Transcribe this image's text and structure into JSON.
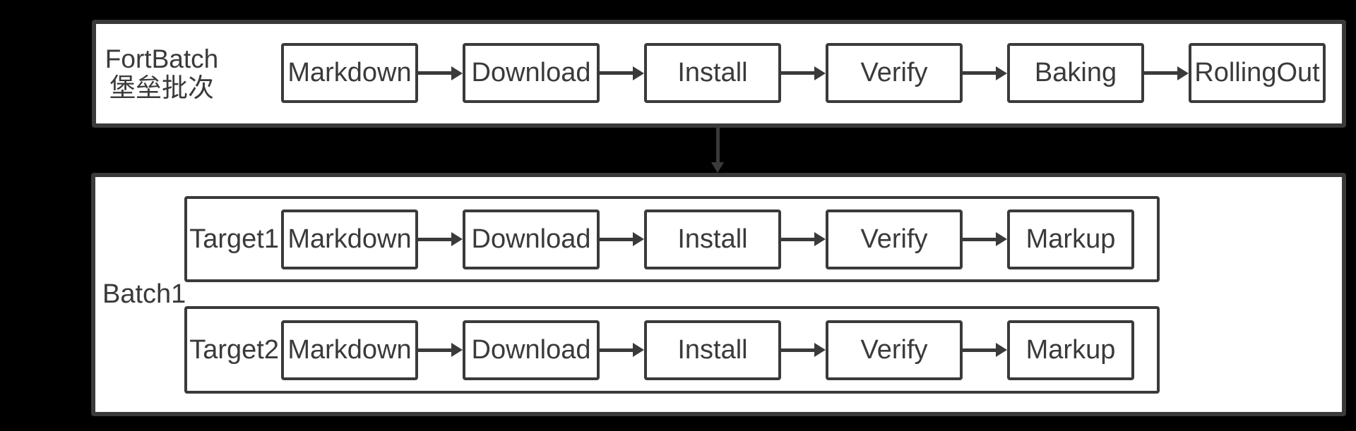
{
  "colors": {
    "background": "#000000",
    "panel_background": "#ffffff",
    "line_color": "#3a3a3a"
  },
  "fort_batch": {
    "label_line1": "FortBatch",
    "label_line2": "堡垒批次",
    "stages": [
      "Markdown",
      "Download",
      "Install",
      "Verify",
      "Baking",
      "RollingOut"
    ]
  },
  "batch1": {
    "label": "Batch1",
    "targets": [
      {
        "label": "Target1",
        "stages": [
          "Markdown",
          "Download",
          "Install",
          "Verify",
          "Markup"
        ]
      },
      {
        "label": "Target2",
        "stages": [
          "Markdown",
          "Download",
          "Install",
          "Verify",
          "Markup"
        ]
      }
    ]
  }
}
